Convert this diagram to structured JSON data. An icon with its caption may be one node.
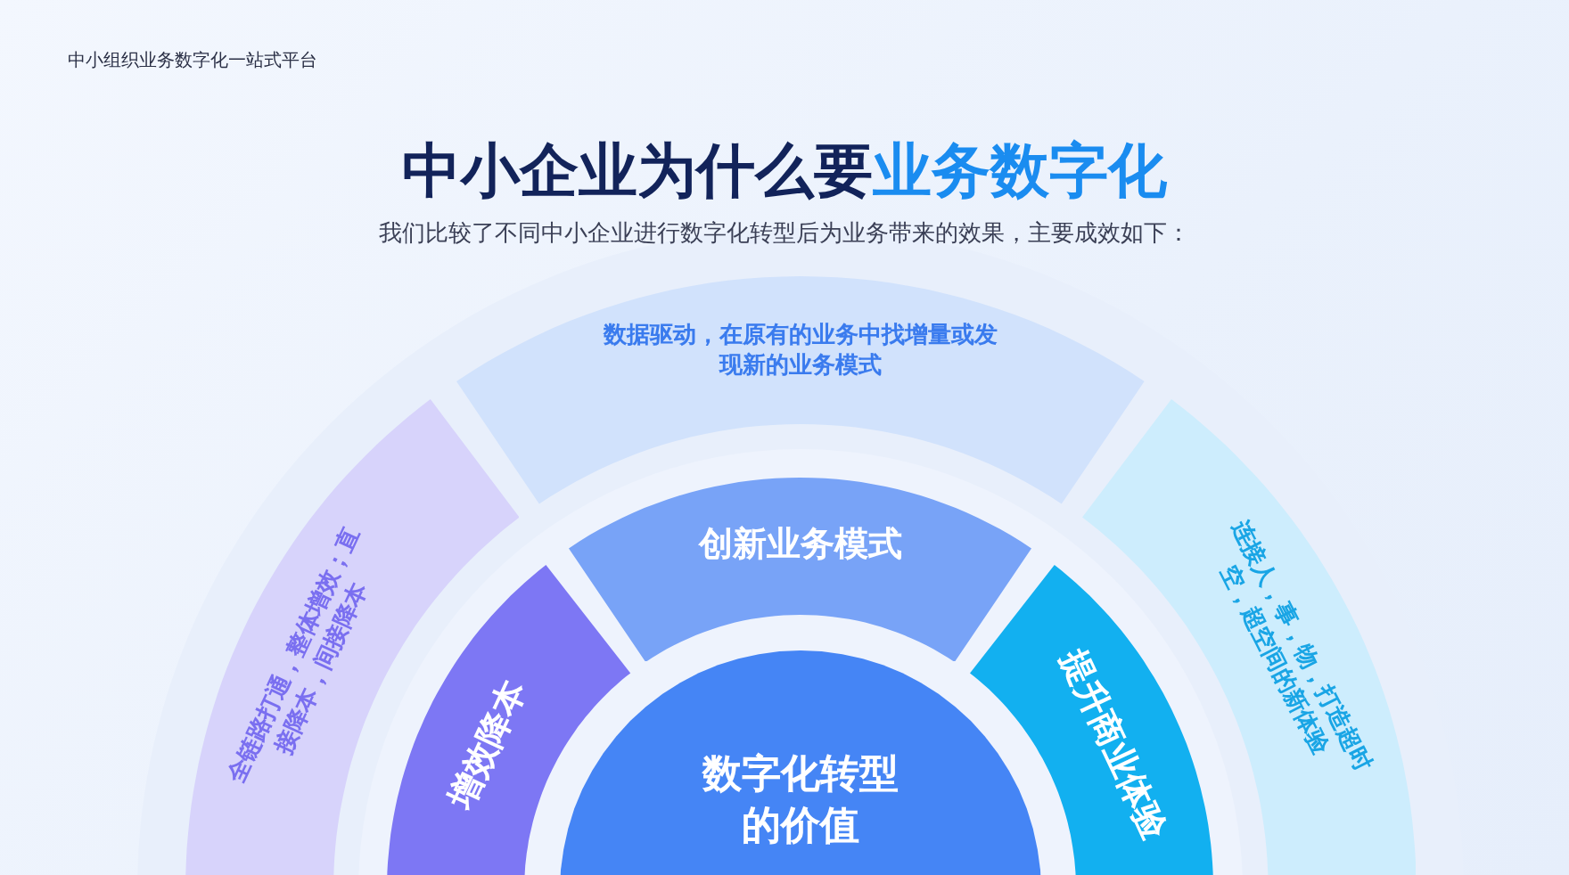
{
  "diagram": {
    "title": "中小企业为什么要**业务数字化**",
    "nodes": [
      {
        "text": [
          "数字化转型的价值"
        ]
      },
      {
        "text": [
          "增效降本"
        ]
      },
      {
        "text": [
          "创新业务模式"
        ]
      },
      {
        "text": [
          "提升商业体验"
        ]
      },
      {
        "text": [
          "全链路打通，整体增效；直接降本，间接降本"
        ]
      },
      {
        "text": [
          "数据驱动，在原有的业务中找增量或发现新的业务模式"
        ]
      },
      {
        "text": [
          "连接人，事，物，打造超时空，超空间的新体验"
        ]
      }
    ],
    "labels": [
      "中小组织业务数字化一站式平台",
      "我们比较了不同中小企业进行数字化转型后为业务带来的效果，主要成效如下："
    ]
  }
}
